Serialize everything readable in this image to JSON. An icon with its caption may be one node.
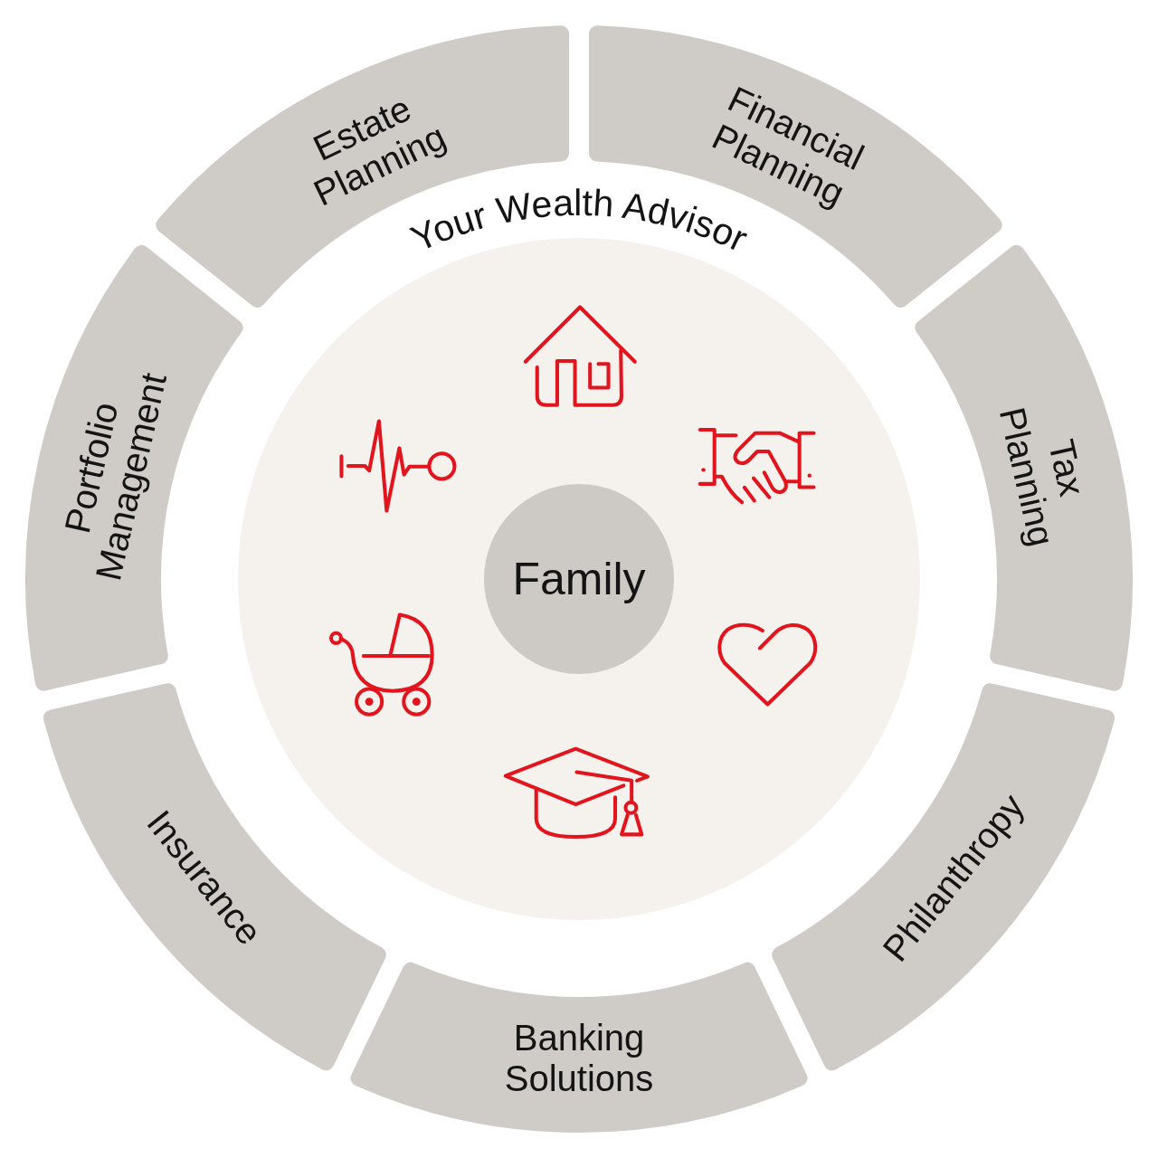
{
  "diagram": {
    "nodes": [
      {
        "text": [
          "Estate Planning"
        ]
      },
      {
        "text": [
          "Financial Planning"
        ]
      },
      {
        "text": [
          "Tax Planning"
        ]
      },
      {
        "text": [
          "Philanthropy"
        ]
      },
      {
        "text": [
          "Banking Solutions"
        ]
      },
      {
        "text": [
          "Insurance"
        ]
      },
      {
        "text": [
          "Portfolio Management"
        ]
      },
      {
        "text": [
          "Your Wealth Advisor"
        ]
      },
      {
        "text": [
          "Family"
        ],
        "in": 7
      }
    ]
  }
}
